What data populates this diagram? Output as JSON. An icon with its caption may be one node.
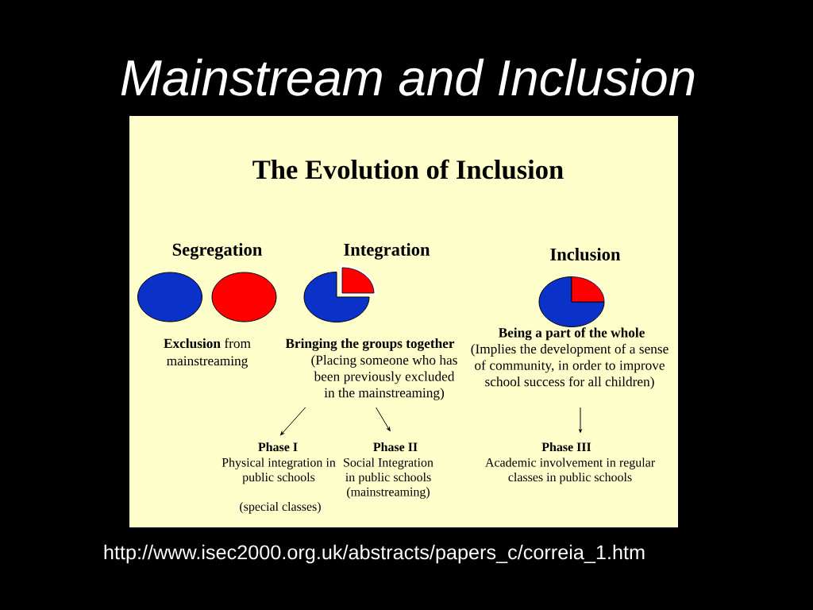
{
  "diagram": {
    "title": "Mainstream and Inclusion",
    "nodes": [
      {
        "text": [
          "The Evolution of Inclusion"
        ]
      },
      {
        "text": [
          "Bringing the groups together",
          "(Placing someone who has been previously excluded in the mainstreaming)"
        ],
        "in": 0
      },
      {
        "text": [
          "Being a part of the whole",
          "(Implies the development of a sense of community, in order to improve school success for all children)"
        ],
        "in": 0
      },
      {
        "text": [
          "Phase I",
          "Physical integration in public schools",
          "(special classes)"
        ],
        "in": 0
      },
      {
        "text": [
          "Phase II",
          "Social Integration in public schools (mainstreaming)"
        ],
        "in": 0
      },
      {
        "text": [
          "Phase III",
          "Academic involvement in regular classes in public schools"
        ],
        "in": 0
      }
    ],
    "edges": [
      {
        "from": 1,
        "to": 3,
        "arrow": "to"
      },
      {
        "from": 1,
        "to": 4,
        "arrow": "to"
      },
      {
        "from": 2,
        "to": 5,
        "arrow": "to"
      }
    ],
    "labels": [
      "Segregation",
      "Integration",
      "Inclusion",
      "**Exclusion** from mainstreaming",
      "http://www.isec2000.org.uk/abstracts/papers_c/correia_1.htm"
    ]
  }
}
